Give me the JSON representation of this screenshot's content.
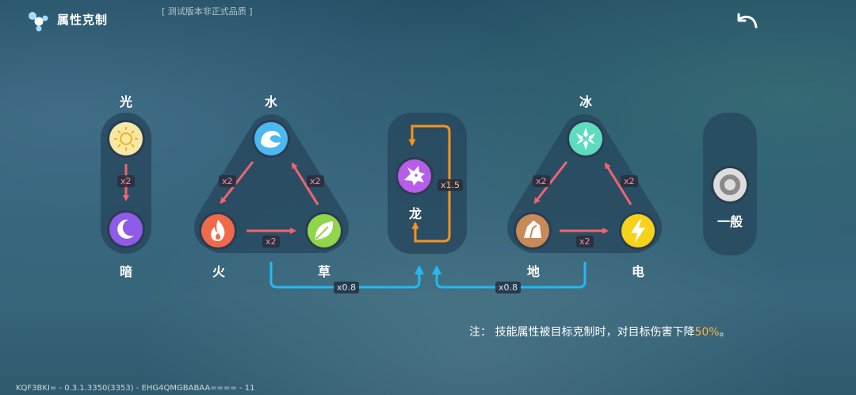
{
  "header": {
    "title": "属性克制",
    "build_tag": "[ 测试版本非正式品质 ]"
  },
  "elements": {
    "light": "光",
    "dark": "暗",
    "water": "水",
    "fire": "火",
    "grass": "草",
    "dragon": "龙",
    "ice": "冰",
    "earth": "地",
    "electric": "电",
    "normal": "一般"
  },
  "multipliers": {
    "light_dark": "x2",
    "water_fire": "x2",
    "grass_water": "x2",
    "fire_grass": "x2",
    "dragon_self": "x1.5",
    "left_to_dragon": "x0.8",
    "right_to_dragon": "x0.8",
    "ice_earth": "x2",
    "electric_ice": "x2",
    "earth_electric": "x2"
  },
  "note": {
    "prefix": "注：  技能属性被目标克制时，对目标伤害下降",
    "percent": "50%",
    "suffix": "。"
  },
  "footer": {
    "version": "KQF3BKI= - 0.3.1.3350(3353) - EHG4QMGBABAA==== - 11"
  },
  "colors": {
    "light": "#f7e8a6",
    "dark": "#8e5ce8",
    "water": "#4cb8f0",
    "fire": "#f06a4a",
    "grass": "#8fd64a",
    "dragon": "#b65ee8",
    "ice": "#5fdcc0",
    "earth": "#c98a5a",
    "electric": "#f7d21a",
    "normal": "#dddddd",
    "weak_arrow": "#f06570",
    "dragon_arrow": "#f7941d",
    "resist_arrow": "#25b8f0",
    "accent": "#ffb347"
  }
}
